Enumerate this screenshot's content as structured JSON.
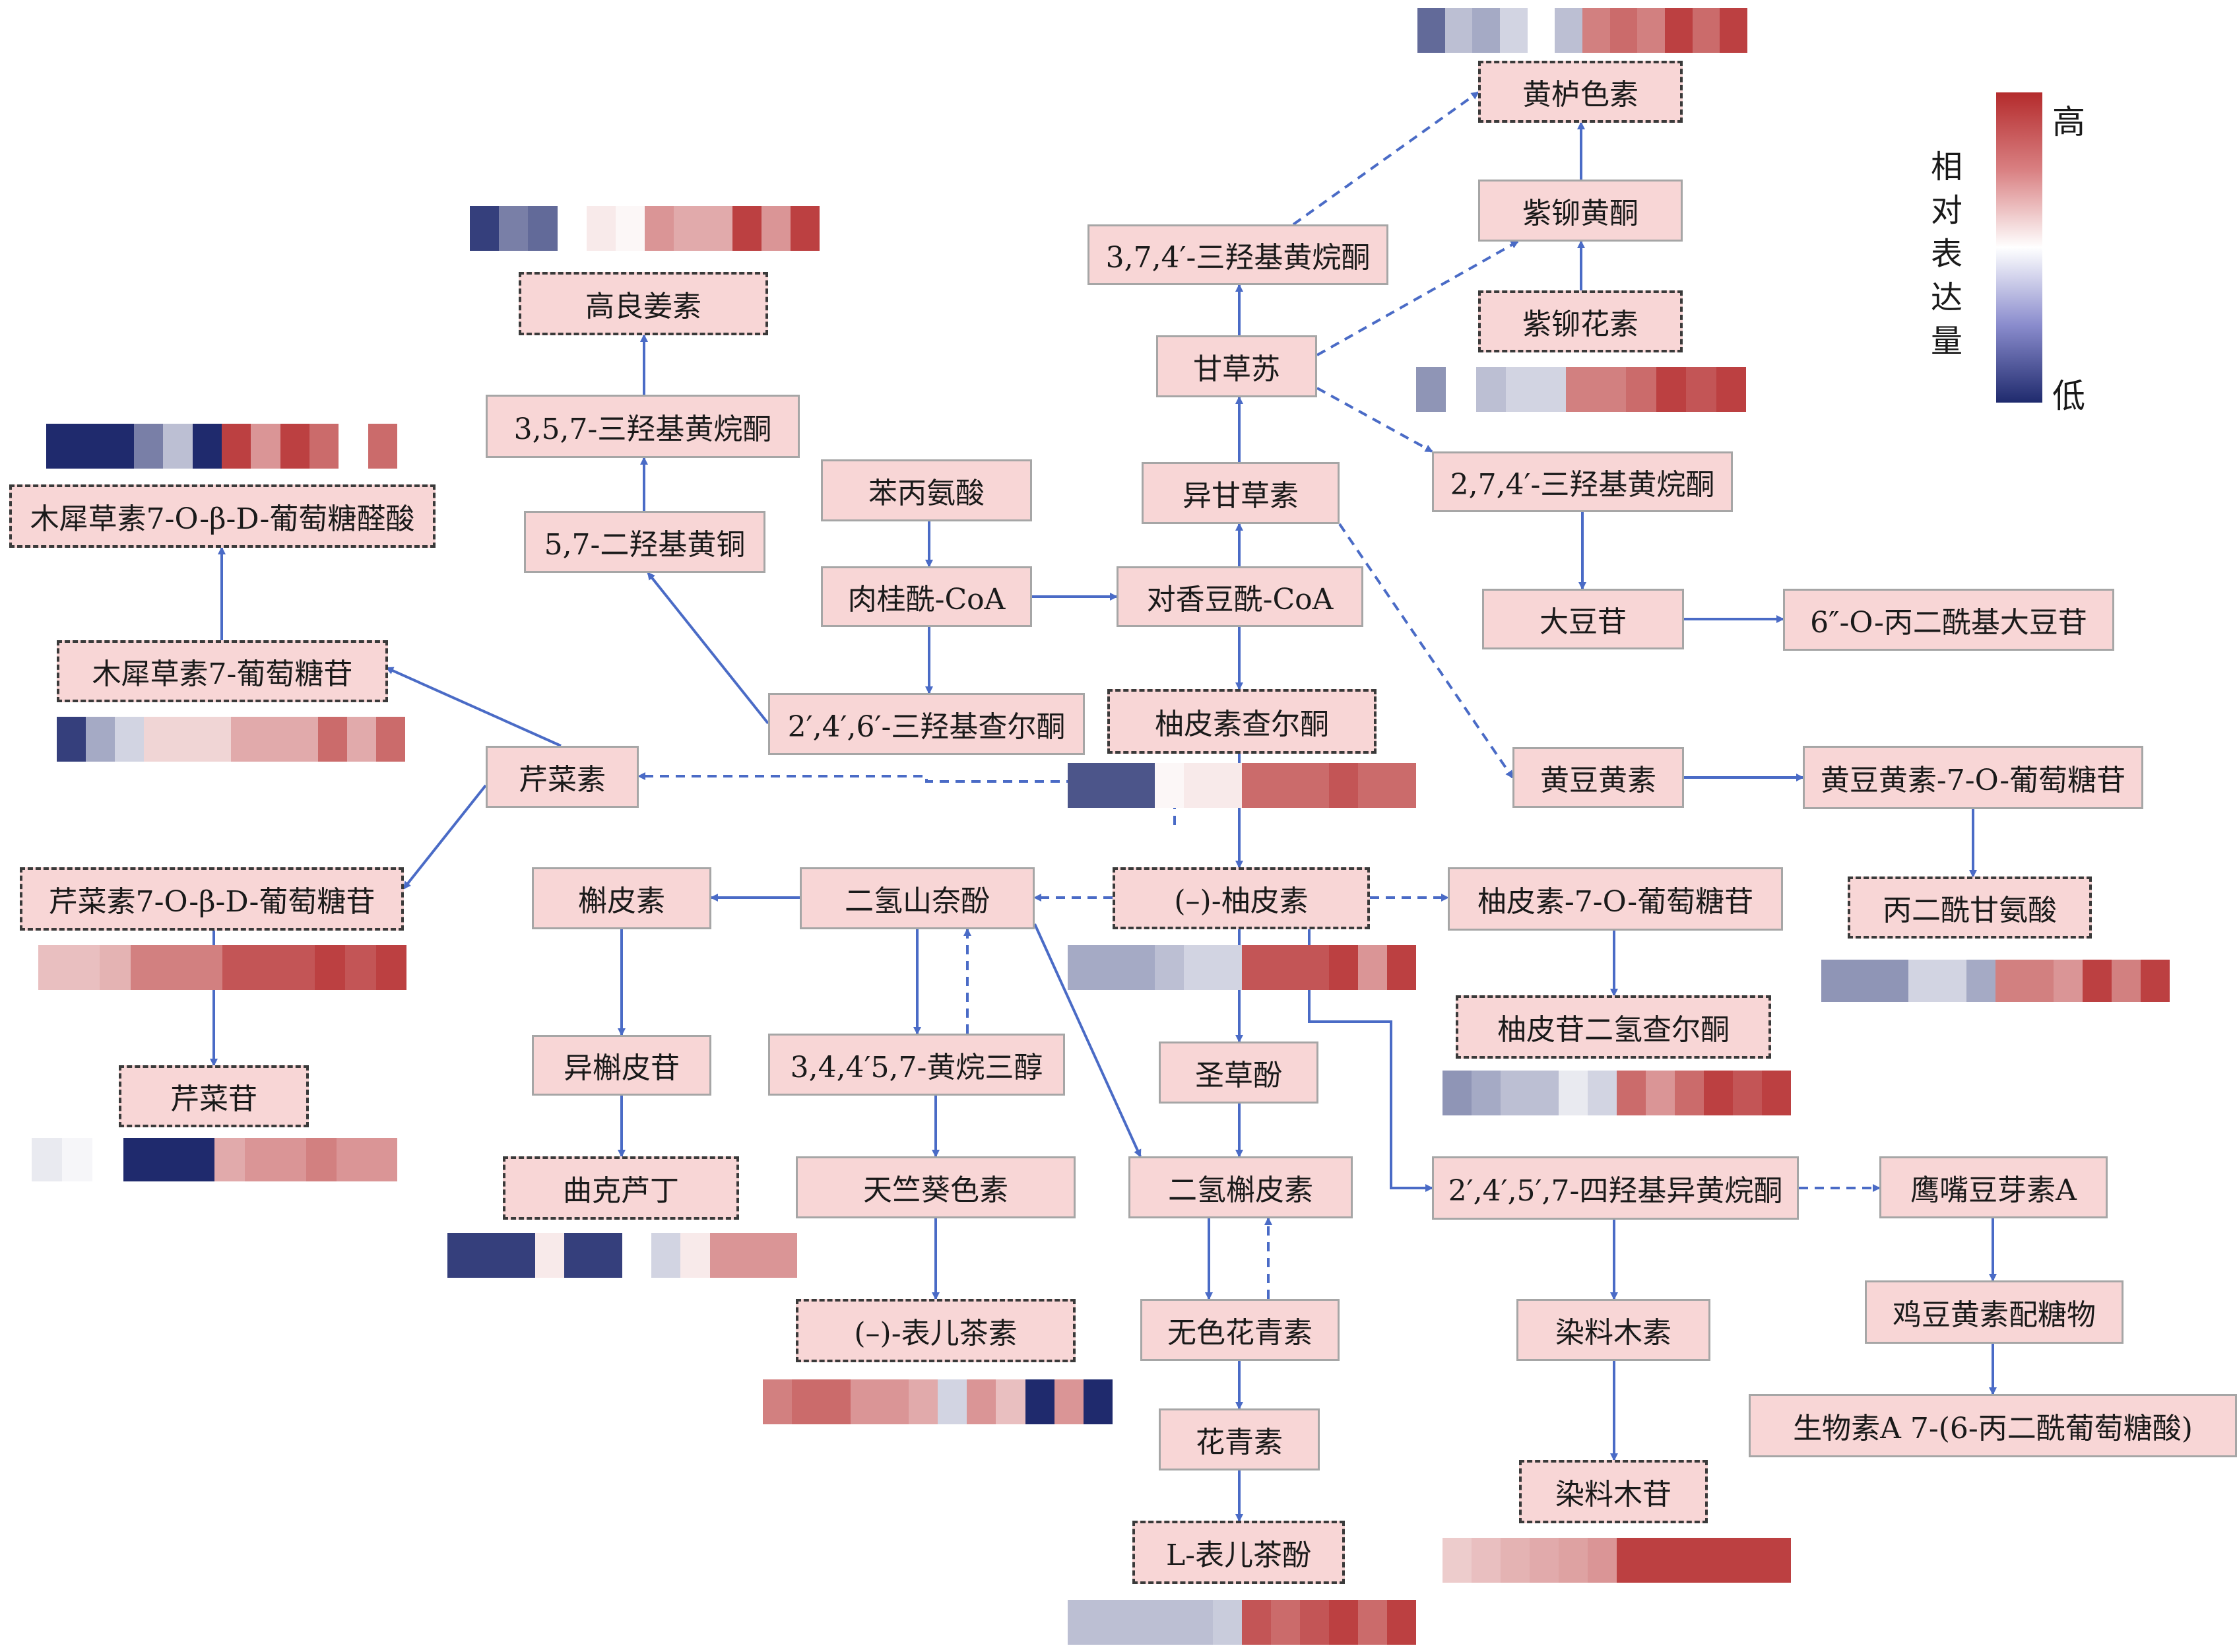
{
  "legend": {
    "title": "相对表达量",
    "high": "高",
    "low": "低"
  },
  "nodes": {
    "huanglusu": "黄栌色素",
    "zimaohuangtong": "紫铆黄酮",
    "zimaohuasu": "紫铆花素",
    "triOH374": "3,7,4′-三羟基黄烷酮",
    "gancaosu": "甘草苏",
    "gaoliangjiangsu": "高良姜素",
    "triOH357": "3,5,7-三羟基黄烷酮",
    "diOH57": "5,7-二羟基黄铜",
    "muxi_gluA": "木犀草素7-O-β-D-葡萄糖醛酸",
    "muxi_glc": "木犀草素7-葡萄糖苷",
    "benbingansuan": "苯丙氨酸",
    "rougui_coa": "肉桂酰-CoA",
    "duixiang_coa": "对香豆酰-CoA",
    "yigancaosu": "异甘草素",
    "triOH274": "2,7,4′-三羟基黄烷酮",
    "dadougan": "大豆苷",
    "malonyl_dadou": "6″-O-丙二酰基大豆苷",
    "trihydroxychalcone": "2′,4′,6′-三羟基查尔酮",
    "youpisu_chalcone": "柚皮素查尔酮",
    "qincaisu": "芹菜素",
    "huangdouhuangsu": "黄豆黄素",
    "huangdou_glc": "黄豆黄素-7-O-葡萄糖苷",
    "qincai_glc": "芹菜素7-O-β-D-葡萄糖苷",
    "hupisu": "槲皮素",
    "erqingshannaifen": "二氢山奈酚",
    "youpisu": "(–)-柚皮素",
    "youpisu_glc": "柚皮素-7-O-葡萄糖苷",
    "malonylgly": "丙二酰甘氨酸",
    "youpigan_chalcone": "柚皮苷二氢查尔酮",
    "qincaigan": "芹菜苷",
    "yihupigan": "异槲皮苷",
    "flavanol": "3,4,4′5,7-黄烷三醇",
    "shengcaofen": "圣草酚",
    "qukeluding": "曲克芦丁",
    "tianzhukuisesu": "天竺葵色素",
    "erqinghupisu": "二氢槲皮素",
    "tetraOH": "2′,4′,5′,7-四羟基异黄烷酮",
    "yingzui": "鹰嘴豆芽素A",
    "biaoercha": "(–)-表儿茶素",
    "wusehuaqingsu": "无色花青素",
    "ranliaomusu": "染料木素",
    "jidou": "鸡豆黄素配糖物",
    "swertisin": "生物素A 7-(6-丙二酰葡萄糖酸)",
    "huaqingsu": "花青素",
    "ranliaomugan": "染料木苷",
    "L_biaoercha": "L-表儿茶酚"
  },
  "heatmaps": {
    "huanglusu": [
      0.15,
      0.35,
      0.3,
      0.4,
      0.5,
      0.35,
      0.8,
      0.85,
      0.8,
      0.95,
      0.85,
      0.95
    ],
    "gaoliangjiangsu": [
      0.05,
      0.2,
      0.15,
      null,
      0.55,
      0.52,
      0.75,
      0.7,
      0.7,
      0.95,
      0.75,
      0.95
    ],
    "muxi_gluA": [
      0.0,
      0.0,
      0.0,
      0.2,
      0.35,
      0.0,
      0.95,
      0.75,
      0.95,
      0.85,
      null,
      0.85
    ],
    "zimaohuasu": [
      0.25,
      0.5,
      0.35,
      0.4,
      0.4,
      0.8,
      0.8,
      0.85,
      0.95,
      0.9,
      0.95
    ],
    "muxi_glc": [
      0.05,
      0.3,
      0.4,
      0.6,
      0.6,
      0.6,
      0.7,
      0.7,
      0.7,
      0.85,
      0.7,
      0.85
    ],
    "youpisu_chalcone": [
      0.1,
      0.1,
      0.1,
      0.52,
      0.55,
      0.55,
      0.85,
      0.85,
      0.85,
      0.9,
      0.85,
      0.85
    ],
    "qincai_glc": [
      0.65,
      0.65,
      0.68,
      0.8,
      0.8,
      0.8,
      0.9,
      0.9,
      0.9,
      0.95,
      0.9,
      0.95
    ],
    "youpisu": [
      0.3,
      0.3,
      0.3,
      0.35,
      0.4,
      0.4,
      0.9,
      0.9,
      0.9,
      0.95,
      0.75,
      0.95
    ],
    "youpigan_chalcone": [
      0.25,
      0.3,
      0.35,
      0.35,
      0.45,
      0.4,
      0.85,
      0.75,
      0.85,
      0.95,
      0.9,
      0.95
    ],
    "malonylgly": [
      0.25,
      0.25,
      0.25,
      0.4,
      0.4,
      0.3,
      0.8,
      0.8,
      0.75,
      0.95,
      0.8,
      0.95
    ],
    "qincaigan": [
      0.45,
      0.48,
      0.5,
      0.0,
      0.0,
      0.0,
      0.7,
      0.75,
      0.75,
      0.8,
      0.75,
      0.75
    ],
    "qukeluding": [
      0.05,
      0.05,
      0.05,
      0.55,
      0.05,
      0.05,
      0.5,
      0.4,
      0.55,
      0.75,
      0.75,
      0.75
    ],
    "biaoercha": [
      0.8,
      0.85,
      0.85,
      0.75,
      0.75,
      0.7,
      0.4,
      0.75,
      0.65,
      0.0,
      0.75,
      0.0
    ],
    "ranliaomugan": [
      0.62,
      0.65,
      0.68,
      0.7,
      0.72,
      0.75,
      0.95,
      0.95,
      0.95,
      0.95,
      0.95,
      0.95
    ],
    "L_biaoercha": [
      0.35,
      0.35,
      0.35,
      0.35,
      0.35,
      0.38,
      0.9,
      0.85,
      0.9,
      0.95,
      0.85,
      0.95
    ]
  },
  "colors": {
    "high": "#b42b2c",
    "mid": "#ffffff",
    "low": "#1f2a6d"
  }
}
